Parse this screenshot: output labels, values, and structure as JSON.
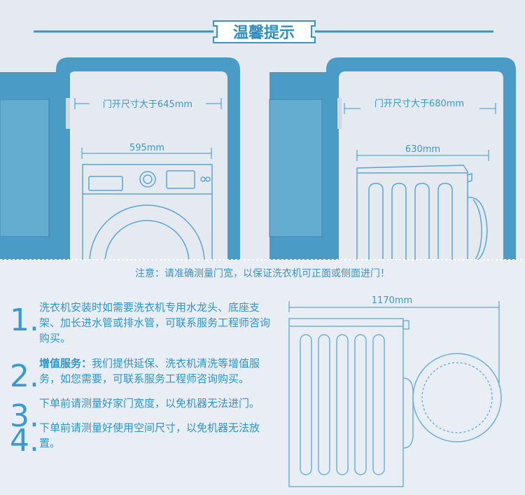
{
  "header": {
    "title": "温馨提示"
  },
  "panels": {
    "left": {
      "door_label": "门开尺寸大于645mm",
      "width_label": "595mm"
    },
    "right": {
      "door_label": "门开尺寸大于680mm",
      "width_label": "630mm"
    }
  },
  "note": "注意：请准确测量门宽，以保证洗衣机可正面或侧面进门！",
  "side_view": {
    "length_label": "1170mm"
  },
  "tips": [
    {
      "number": "1.",
      "bold": "",
      "text": "洗衣机安装时如需要洗衣机专用水龙头、底座支架、加长进水管或排水管，可联系服务工程师咨询购买。"
    },
    {
      "number": "2.",
      "bold": "增值服务：",
      "text": "我们提供延保、洗衣机清洗等增值服务，如您需要，可联系服务工程师咨询购买。"
    },
    {
      "number": "3.",
      "bold": "",
      "text": "下单前请测量好家门宽度，以免机器无法进门。"
    },
    {
      "number": "4.",
      "bold": "",
      "text": "下单前请测量好使用空间尺寸，以免机器无法放置。"
    }
  ],
  "colors": {
    "wall_blue": "#4a9cc7",
    "line_blue": "#3a97c6",
    "background": "#e4eaf0"
  }
}
